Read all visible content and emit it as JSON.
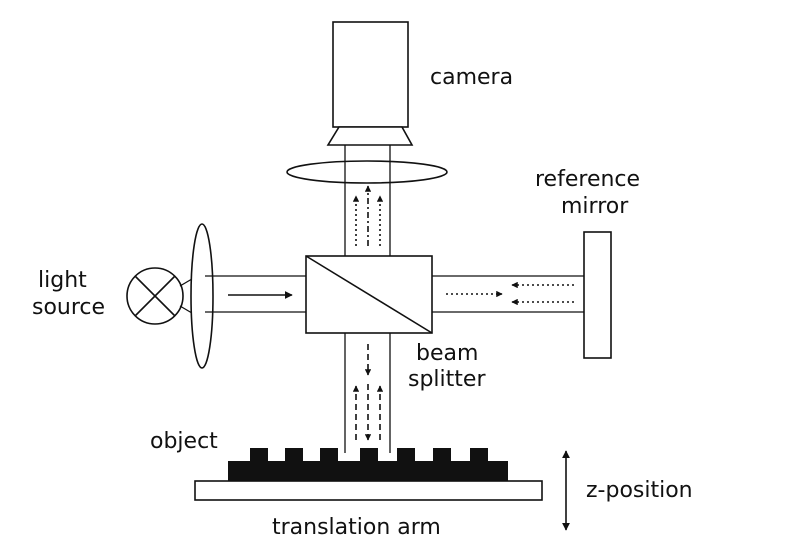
{
  "labels": {
    "camera": "camera",
    "reference_line1": "reference",
    "reference_line2": "mirror",
    "light_line1": "light",
    "light_line2": "source",
    "beam_line1": "beam",
    "beam_line2": "splitter",
    "object": "object",
    "translation_arm": "translation arm",
    "z_position": "z-position"
  },
  "colors": {
    "ink": "#111111",
    "background": "#ffffff"
  }
}
